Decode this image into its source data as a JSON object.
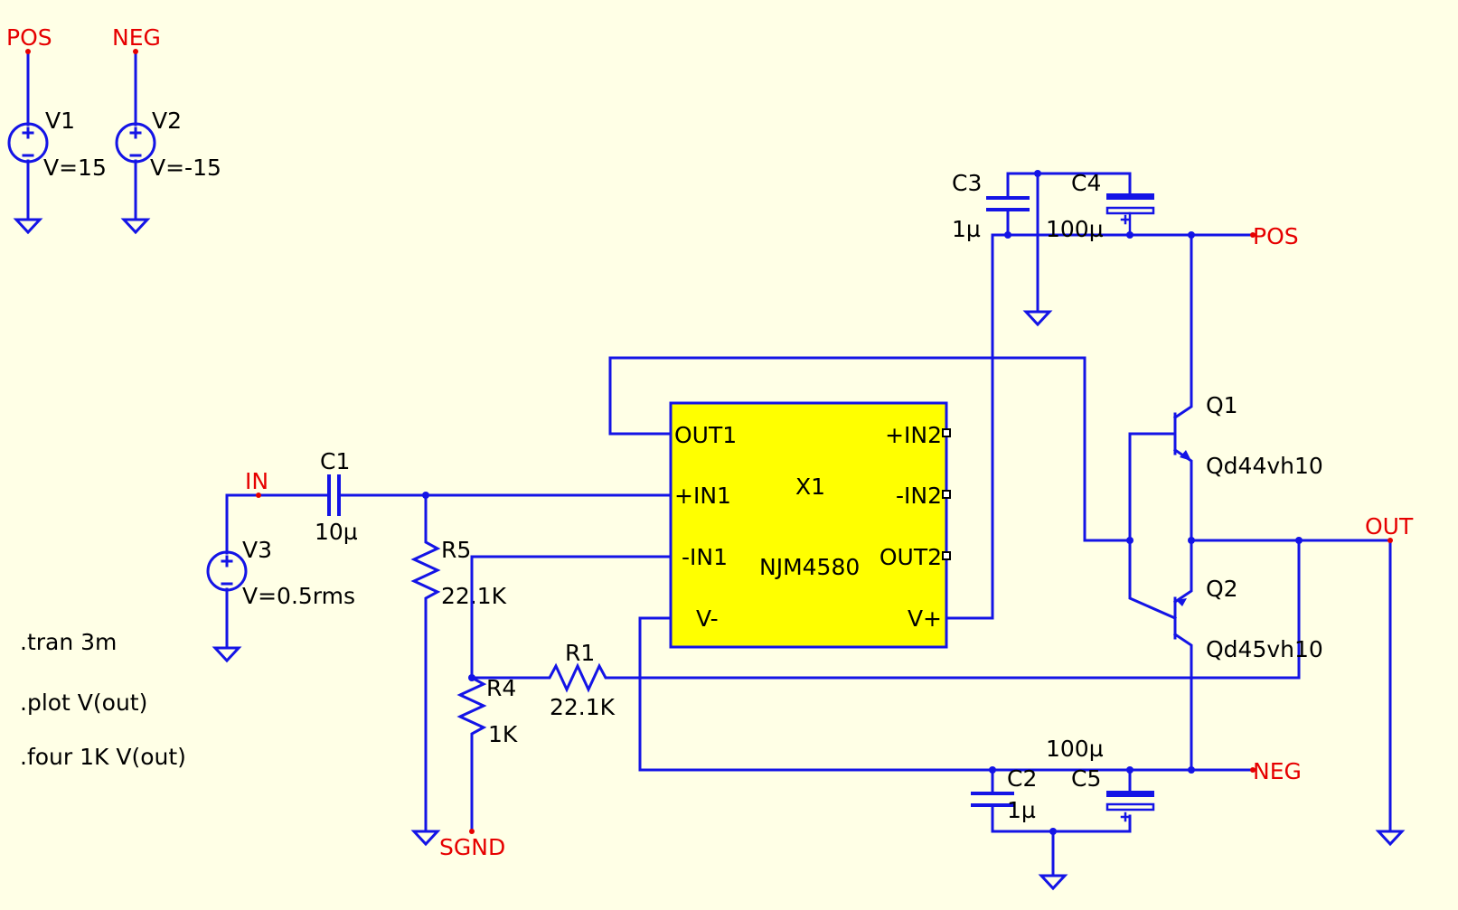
{
  "nets": {
    "pos_top": "POS",
    "neg_top": "NEG",
    "pos_right": "POS",
    "neg_right": "NEG",
    "in": "IN",
    "out": "OUT",
    "sgnd": "SGND"
  },
  "sources": {
    "v1": {
      "ref": "V1",
      "value": "V=15"
    },
    "v2": {
      "ref": "V2",
      "value": "V=-15"
    },
    "v3": {
      "ref": "V3",
      "value": "V=0.5rms"
    }
  },
  "capacitors": {
    "c1": {
      "ref": "C1",
      "value": "10µ"
    },
    "c2": {
      "ref": "C2",
      "value": "1µ"
    },
    "c3": {
      "ref": "C3",
      "value": "1µ"
    },
    "c4": {
      "ref": "C4",
      "value": "100µ"
    },
    "c5": {
      "ref": "C5",
      "value": "100µ"
    }
  },
  "resistors": {
    "r1": {
      "ref": "R1",
      "value": "22.1K"
    },
    "r4": {
      "ref": "R4",
      "value": "1K"
    },
    "r5": {
      "ref": "R5",
      "value": "22.1K"
    }
  },
  "transistors": {
    "q1": {
      "ref": "Q1",
      "model": "Qd44vh10"
    },
    "q2": {
      "ref": "Q2",
      "model": "Qd45vh10"
    }
  },
  "opamp": {
    "ref": "X1",
    "part": "NJM4580",
    "pins": {
      "out1": "OUT1",
      "in1p": "+IN1",
      "in1n": "-IN1",
      "vminus": "V-",
      "in2p": "+IN2",
      "in2n": "-IN2",
      "out2": "OUT2",
      "vplus": "V+"
    }
  },
  "directives": [
    ".tran 3m",
    ".plot V(out)",
    ".four 1K V(out)"
  ],
  "colors": {
    "wire": "#1414e6",
    "net_label": "#e60000",
    "chip_fill": "#ffff00",
    "background": "#ffffe6"
  }
}
